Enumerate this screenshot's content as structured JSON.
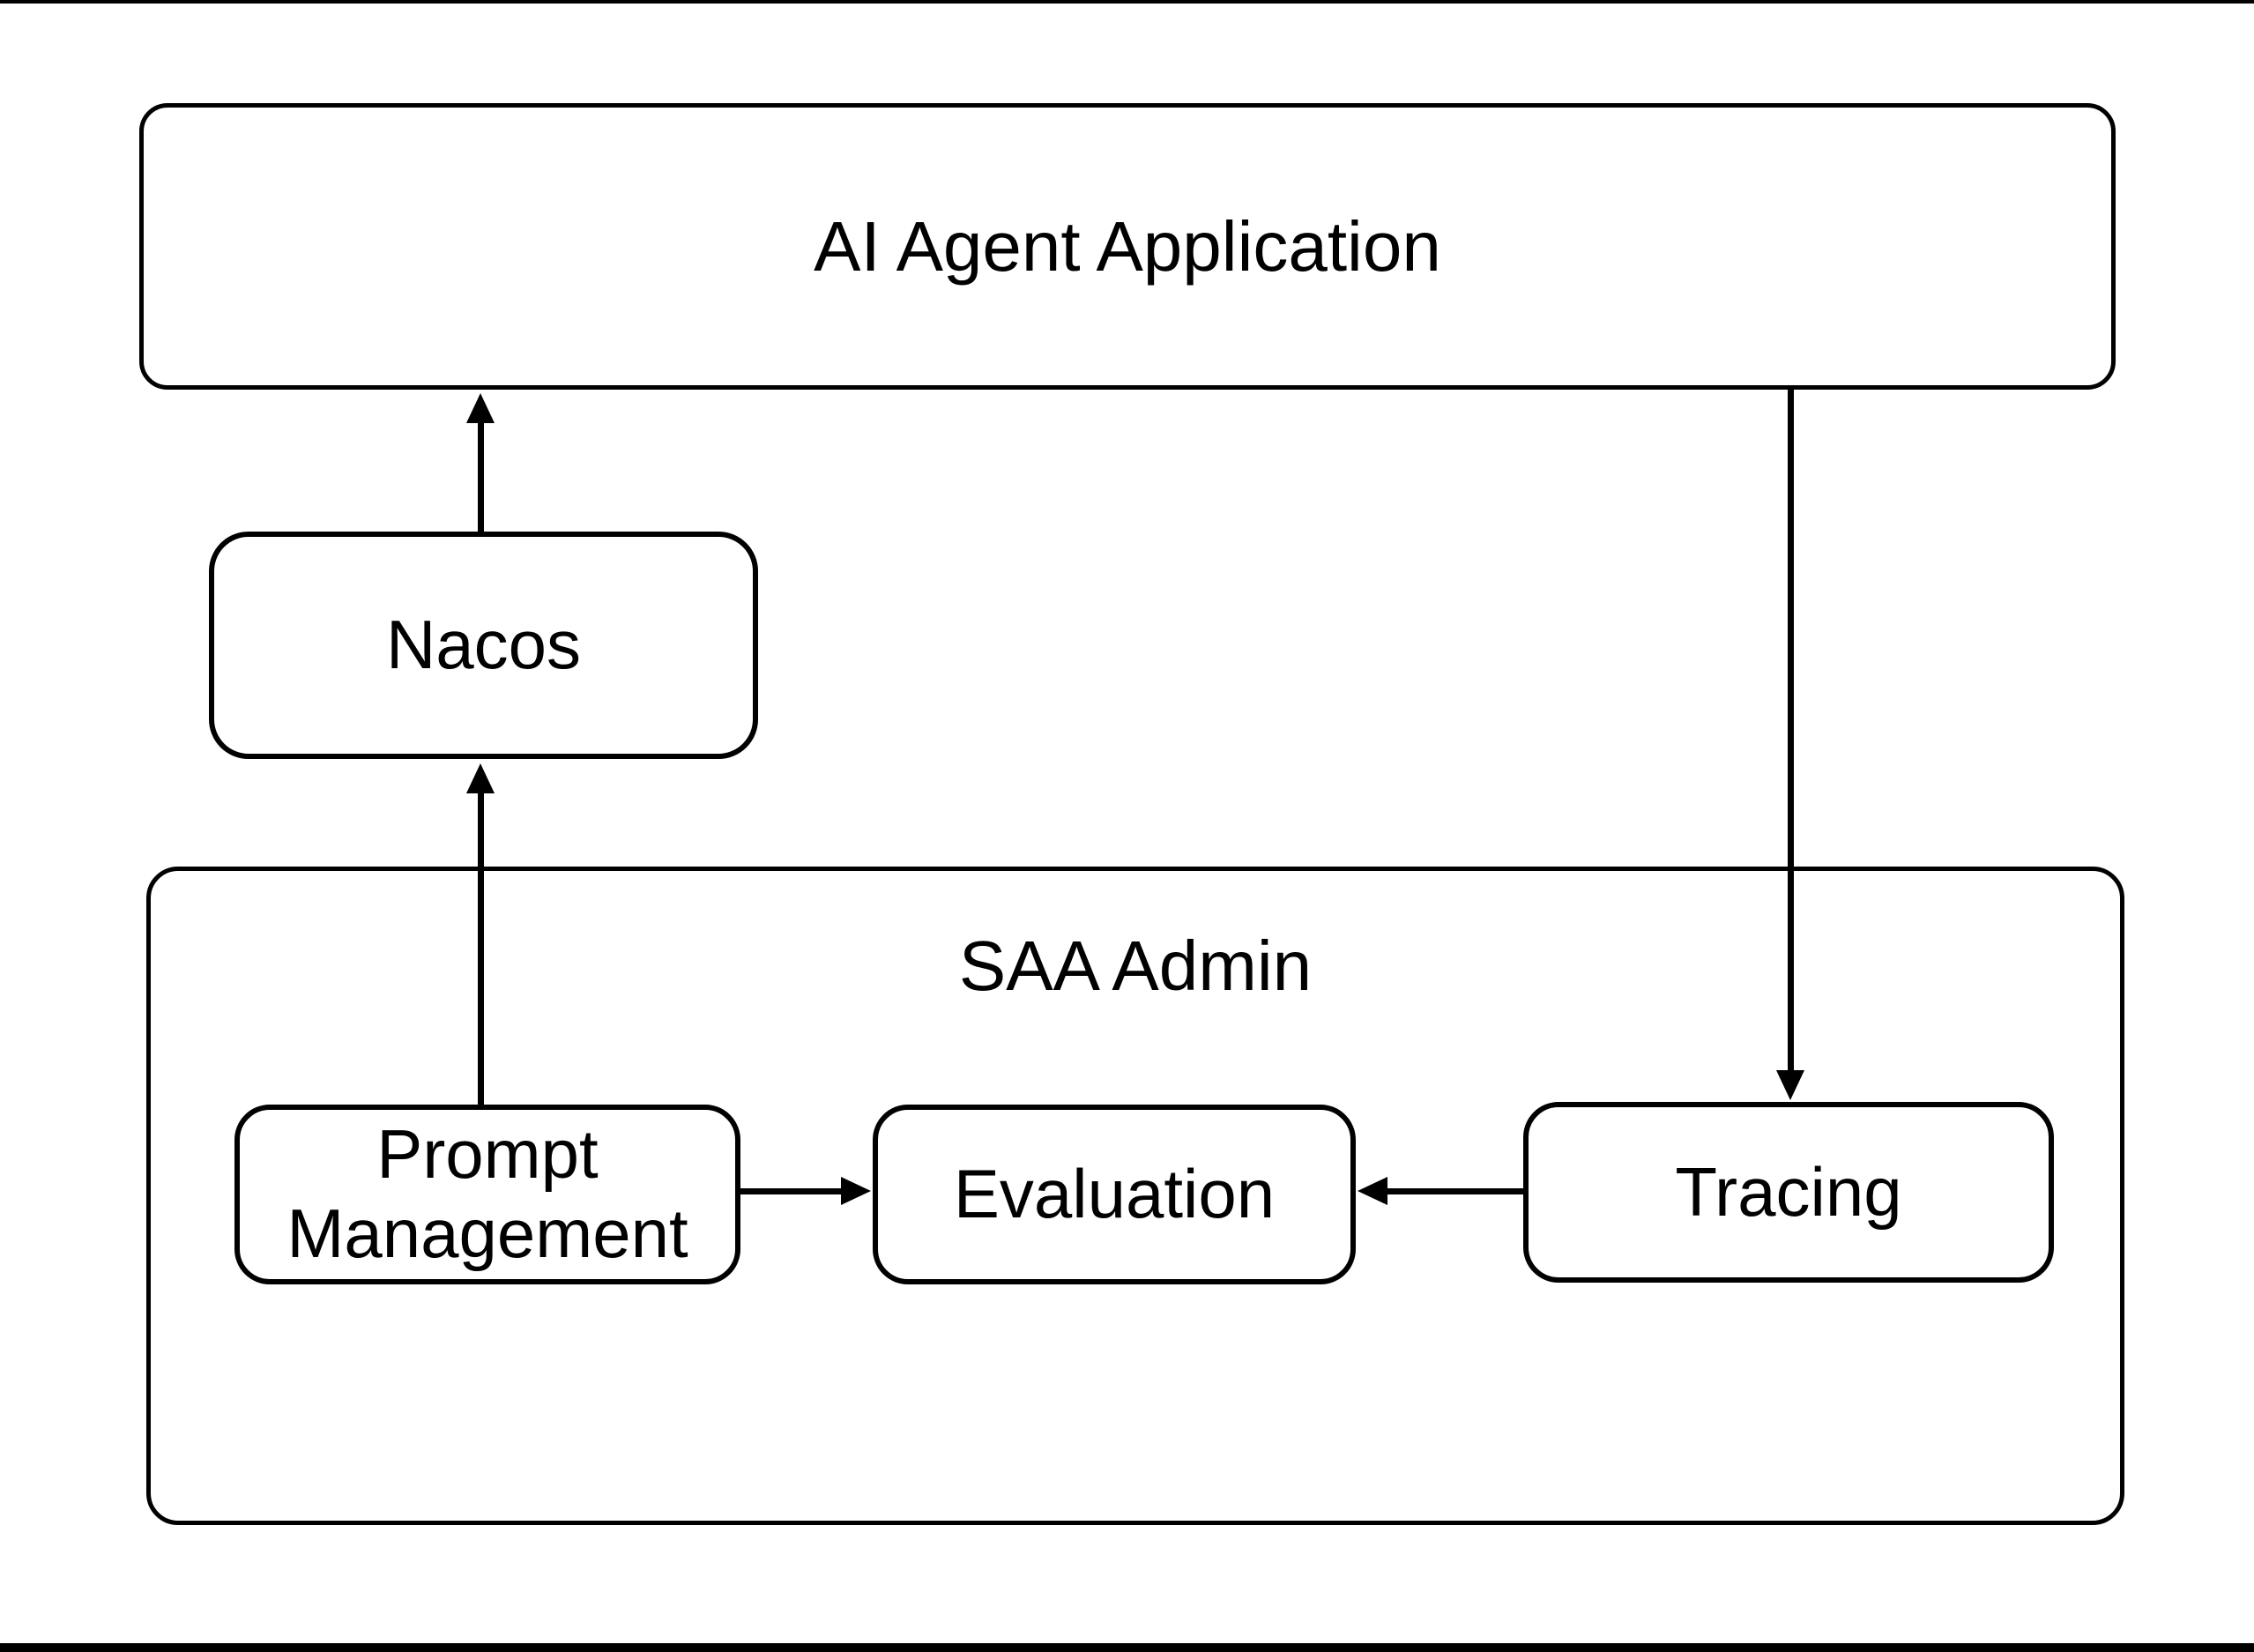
{
  "diagram": {
    "title_note": "architecture diagram",
    "colors": {
      "line": "#000000",
      "background": "#ffffff"
    },
    "nodes": {
      "ai_agent": {
        "label": "AI Agent Application"
      },
      "nacos": {
        "label": "Nacos"
      },
      "saa_admin": {
        "label": "SAA Admin"
      },
      "prompt_management": {
        "label": "Prompt Management"
      },
      "evaluation": {
        "label": "Evaluation"
      },
      "tracing": {
        "label": "Tracing"
      }
    },
    "edges": [
      {
        "from": "nacos",
        "to": "ai_agent",
        "direction": "up"
      },
      {
        "from": "prompt_management",
        "to": "nacos",
        "direction": "up"
      },
      {
        "from": "ai_agent",
        "to": "tracing",
        "direction": "down"
      },
      {
        "from": "prompt_management",
        "to": "evaluation",
        "direction": "right"
      },
      {
        "from": "tracing",
        "to": "evaluation",
        "direction": "left"
      }
    ]
  }
}
